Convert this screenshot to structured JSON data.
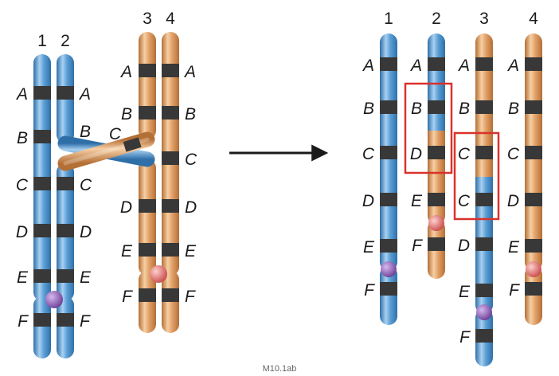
{
  "figure": {
    "caption": "M10.1ab",
    "colors": {
      "blue": "#5b9fd6",
      "blue_light": "#a8d0f0",
      "blue_dark": "#2f6fa8",
      "orange": "#e2a169",
      "orange_light": "#f6cfa4",
      "orange_dark": "#b46f35",
      "band": "#383838",
      "centromere_purple": "#8a5fb0",
      "centromere_pink": "#e07a7a",
      "highlight_box": "#d9322b",
      "arrow": "#1a1a1a"
    },
    "left_panel": {
      "chromosome_numbers": [
        "1",
        "2",
        "3",
        "4"
      ],
      "left_pair_genes": [
        "A",
        "B",
        "C",
        "D",
        "E",
        "F"
      ],
      "chrom2_genes": [
        "A",
        "B",
        "C",
        "D",
        "E",
        "F"
      ],
      "chrom3_genes": [
        "A",
        "B",
        "C",
        "D",
        "E",
        "F"
      ],
      "chrom4_genes": [
        "A",
        "B",
        "C",
        "D",
        "E",
        "F"
      ]
    },
    "right_panel": {
      "chromosome_numbers": [
        "1",
        "2",
        "3",
        "4"
      ],
      "chrom1_genes": [
        "A",
        "B",
        "C",
        "D",
        "E",
        "F"
      ],
      "chrom2_genes": [
        "A",
        "B",
        "D",
        "E",
        "F"
      ],
      "chrom3_genes": [
        "A",
        "B",
        "C",
        "C",
        "D",
        "E",
        "F"
      ],
      "chrom4_genes": [
        "A",
        "B",
        "C",
        "D",
        "E",
        "F"
      ]
    }
  }
}
